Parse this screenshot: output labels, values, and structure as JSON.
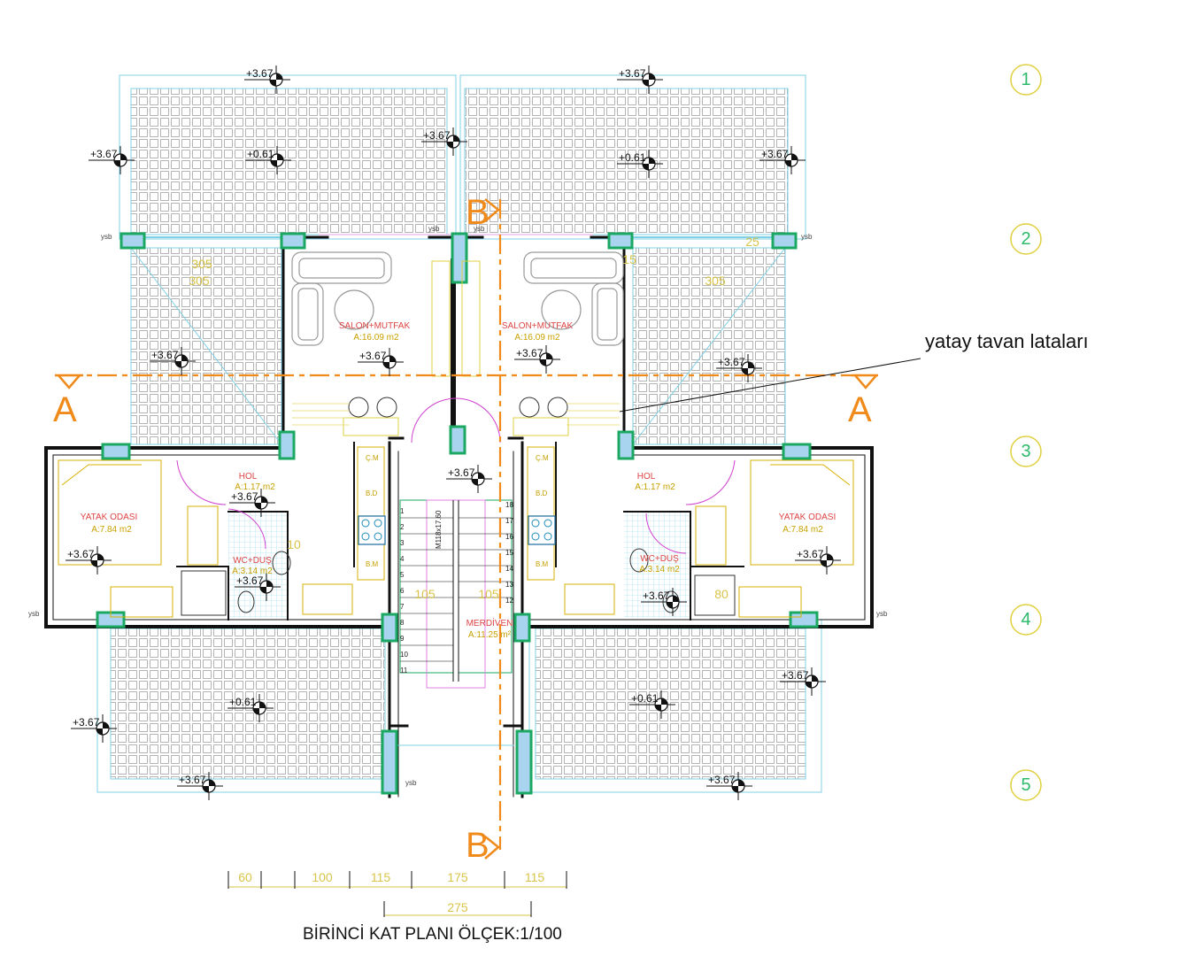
{
  "title": "BİRİNCİ KAT PLANI ÖLÇEK:1/100",
  "annotation": "yatay tavan lataları",
  "section_labels": {
    "a_left": "A",
    "a_right": "A",
    "b_top": "B",
    "b_bottom": "B"
  },
  "axis_labels": [
    "1",
    "2",
    "3",
    "4",
    "5"
  ],
  "elevations": {
    "tl_top": "+3.67",
    "tr_top": "+3.67",
    "center_top": "+3.67",
    "tl_left": "+3.67",
    "tl_mid": "+0.61",
    "tr_mid": "+0.61",
    "tr_right": "+3.67",
    "bal_left": "+3.67",
    "salon_left": "+3.67",
    "salon_right": "+3.67",
    "bal_right": "+3.67",
    "stair": "+3.67",
    "hol_left": "+3.67",
    "bed_left": "+3.67",
    "wc_left": "+3.67",
    "bed_right": "+3.67",
    "wc_right": "+3.67",
    "bl_right": "+3.67",
    "bl_mid": "+0.61",
    "br_mid": "+0.61",
    "bl_left": "+3.67",
    "bl_bottom": "+3.67",
    "br_bottom": "+3.67"
  },
  "rooms": {
    "salon_left": {
      "name": "SALON+MUTFAK",
      "area": "A:16.09 m2"
    },
    "salon_right": {
      "name": "SALON+MUTFAK",
      "area": "A:16.09 m2"
    },
    "hol_left": {
      "name": "HOL",
      "area": "A:1.17 m2"
    },
    "hol_right": {
      "name": "HOL",
      "area": "A:1.17 m2"
    },
    "bed_left": {
      "name": "YATAK ODASI",
      "area": "A:7.84 m2"
    },
    "bed_right": {
      "name": "YATAK ODASI",
      "area": "A:7.84 m2"
    },
    "wc_left": {
      "name": "WC+DUŞ",
      "area": "A:3.14 m2"
    },
    "wc_right": {
      "name": "WC+DUŞ",
      "area": "A:3.14 m2"
    },
    "stair": {
      "name": "MERDİVEN",
      "area": "A:11.25 m²"
    }
  },
  "fixtures": {
    "cm": "Ç.M",
    "bd": "B.D",
    "bm": "B.M"
  },
  "ysb_label": "ysb",
  "inner_dims": {
    "d305": "305",
    "d105": "105",
    "d10": "10",
    "d80": "80",
    "d25": "25",
    "d15": "15"
  },
  "stair_text": "M118x17.60",
  "bottom_dims": [
    "60",
    "100",
    "115",
    "175",
    "115"
  ],
  "bottom_dim_total": "275",
  "steps_left": [
    "1",
    "2",
    "3",
    "4",
    "5",
    "6",
    "7",
    "8",
    "9",
    "10",
    "11"
  ],
  "steps_right": [
    "18",
    "17",
    "16",
    "15",
    "14",
    "13",
    "12"
  ],
  "colors": {
    "wall": "#111111",
    "column": "#1aa862",
    "column_fill": "#a8d4f0",
    "section": "#f08a1a",
    "grid": "#b8b8b8",
    "balcony_edge": "#7fd0e6",
    "axis": "#2cba6a",
    "dim": "#d8c44a",
    "furniture": "#aaaaaa",
    "fixture": "#c8a000"
  }
}
